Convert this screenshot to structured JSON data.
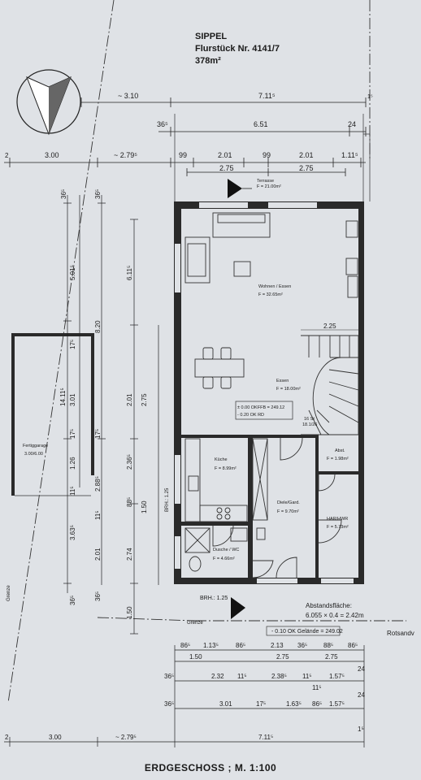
{
  "header": {
    "name": "SIPPEL",
    "parcel": "Flurstück Nr. 4141/7",
    "area": "378m²"
  },
  "footer": {
    "title": "ERDGESCHOSS ; M. 1:100"
  },
  "rooms": {
    "terrace": {
      "name": "Terrasse",
      "area": "F = 21.00m²"
    },
    "living": {
      "name": "Wohnen / Essen",
      "area": "F = 32.65m²"
    },
    "dining": {
      "name": "Essen",
      "area": "F = 18.00m²"
    },
    "kitchen": {
      "name": "Küche",
      "area": "F = 8.99m²"
    },
    "hall": {
      "name": "Diele/Gard.",
      "area": "F = 9.70m²"
    },
    "storage": {
      "name": "Abst.",
      "area": "F = 1.98m²"
    },
    "utility": {
      "name": "HAR/HWR",
      "area": "F = 5.73m²"
    },
    "bath": {
      "name": "Dusche / WC",
      "area": "F = 4.66m²"
    },
    "garage": {
      "name": "Fertiggarage",
      "size": "3.00/6.00"
    }
  },
  "levels": {
    "okffb": "± 0.00 OKFFB = 249.12",
    "okrd": "- 0.20 OK RD",
    "ground": "- 0.10 OK Gelände = 249.02"
  },
  "stairs": {
    "count": "16 St",
    "ratio": "18.1/26"
  },
  "notes": {
    "brh_side": "BRH.: 1.25",
    "brh_front": "BRH.: 1.25",
    "grenze_left": "Grenze",
    "grenze_bottom": "Grenze",
    "road": "Rotsandv"
  },
  "setback": {
    "label": "Abstandsfläche:",
    "calc": "6.055 × 0.4 = 2.42m"
  },
  "dims_top": {
    "d1_left": "~ 3.10",
    "d1_right": "7.11⁵",
    "d1_far": "1⁵",
    "d2_left": "36⁵",
    "d2_mid": "6.51",
    "d2_right": "24",
    "d3_a": "3.00",
    "d3_b": "~ 2.79⁵",
    "d3_c": "99",
    "d3_d": "2.01",
    "d3_e": "99",
    "d3_f": "2.01",
    "d3_g": "1.11⁵",
    "d3_num": "2",
    "d4_a": "2.75",
    "d4_b": "2.75"
  },
  "dims_left": {
    "a": "36⁵",
    "b": "5.01⁵",
    "c": "36⁵",
    "d": "6.11⁵",
    "e": "8.20",
    "f": "17⁵",
    "g": "3.01",
    "h": "17⁵",
    "i": "1.26",
    "j": "11⁵",
    "k": "3.63⁵",
    "l": "36⁵",
    "m": "14.11⁵",
    "n": "17⁵",
    "o": "2.88⁵",
    "p": "11⁵",
    "q": "2.01",
    "r": "36⁵",
    "s": "2.01",
    "t": "2.36⁵",
    "u": "88⁵",
    "v": "2.74",
    "w": "1.50",
    "x": "2.75",
    "y": "1.50"
  },
  "dims_bottom": {
    "r1": [
      "86⁵",
      "1.13⁵",
      "86⁵",
      "2.13",
      "36⁵",
      "88⁵",
      "86⁵"
    ],
    "r2": [
      "1.50",
      "2.75",
      "2.75"
    ],
    "r3": [
      "36⁵",
      "2.32",
      "11⁵",
      "2.38⁵",
      "11⁵",
      "1.57⁵",
      "24"
    ],
    "r3b": "11⁵",
    "r4": [
      "36⁵",
      "3.01",
      "17⁵",
      "1.63⁵",
      "86⁵",
      "1.57⁵",
      "24"
    ],
    "r5": [
      "2",
      "3.00",
      "~ 2.79⁵",
      "7.11⁵",
      "1⁵"
    ]
  }
}
